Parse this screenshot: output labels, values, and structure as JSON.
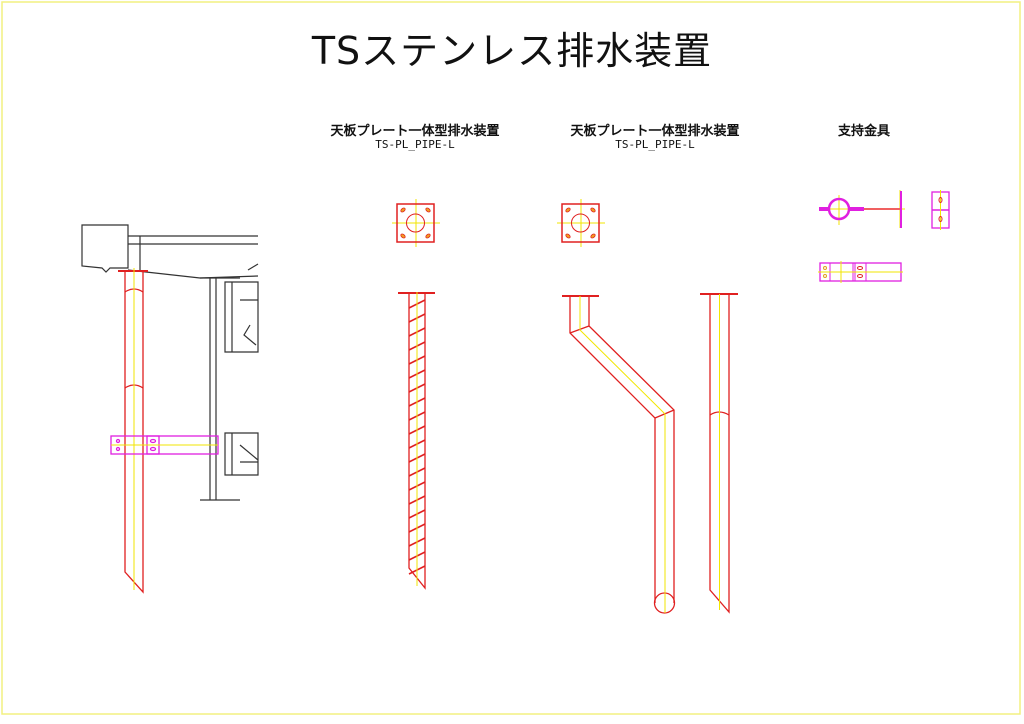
{
  "title": "TSステンレス排水装置",
  "views": [
    {
      "caption": "天板プレート一体型排水装置",
      "model": "TS-PL_PIPE-L"
    },
    {
      "caption": "天板プレート一体型排水装置",
      "model": "TS-PL_PIPE-L"
    },
    {
      "caption": "支持金具"
    }
  ],
  "colors": {
    "pipe": "#e02020",
    "centerline": "#f2e600",
    "bracket": "#e020e0",
    "structure": "#333333",
    "border": "#f2f080"
  }
}
